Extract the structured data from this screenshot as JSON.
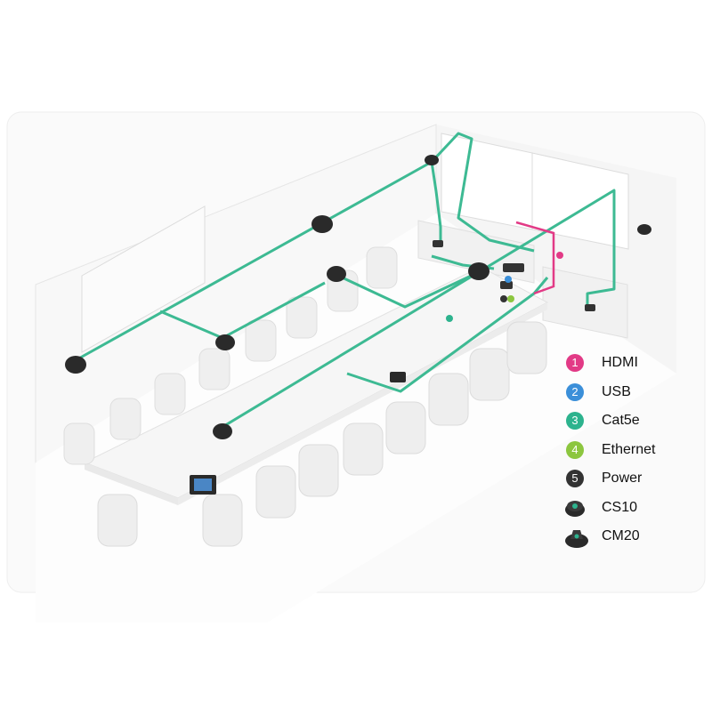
{
  "legend": {
    "items": [
      {
        "key": "hdmi",
        "number": "1",
        "label": "HDMI",
        "color": "#e23a86"
      },
      {
        "key": "usb",
        "number": "2",
        "label": "USB",
        "color": "#3b8fd9"
      },
      {
        "key": "cat5e",
        "number": "3",
        "label": "Cat5e",
        "color": "#2db38e"
      },
      {
        "key": "ethernet",
        "number": "4",
        "label": "Ethernet",
        "color": "#8cc63f"
      },
      {
        "key": "power",
        "number": "5",
        "label": "Power",
        "color": "#333333"
      }
    ],
    "devices": [
      {
        "key": "cs10",
        "label": "CS10",
        "icon": "cs10-mic-icon"
      },
      {
        "key": "cm20",
        "label": "CM20",
        "icon": "cm20-mic-icon"
      }
    ]
  },
  "cable_markers": [
    {
      "number": "1",
      "color": "#e23a86"
    },
    {
      "number": "2",
      "color": "#3b8fd9"
    },
    {
      "number": "3",
      "color": "#2db38e"
    },
    {
      "number": "4",
      "color": "#8cc63f"
    },
    {
      "number": "5",
      "color": "#333333"
    }
  ],
  "colors": {
    "cat5e_line": "#3dba93",
    "hdmi_line": "#e23a86",
    "room_wall": "#f4f4f4",
    "room_edge": "#e4e4e4",
    "table": "#f7f7f7",
    "chair": "#ececec",
    "device": "#2a2a2a"
  }
}
